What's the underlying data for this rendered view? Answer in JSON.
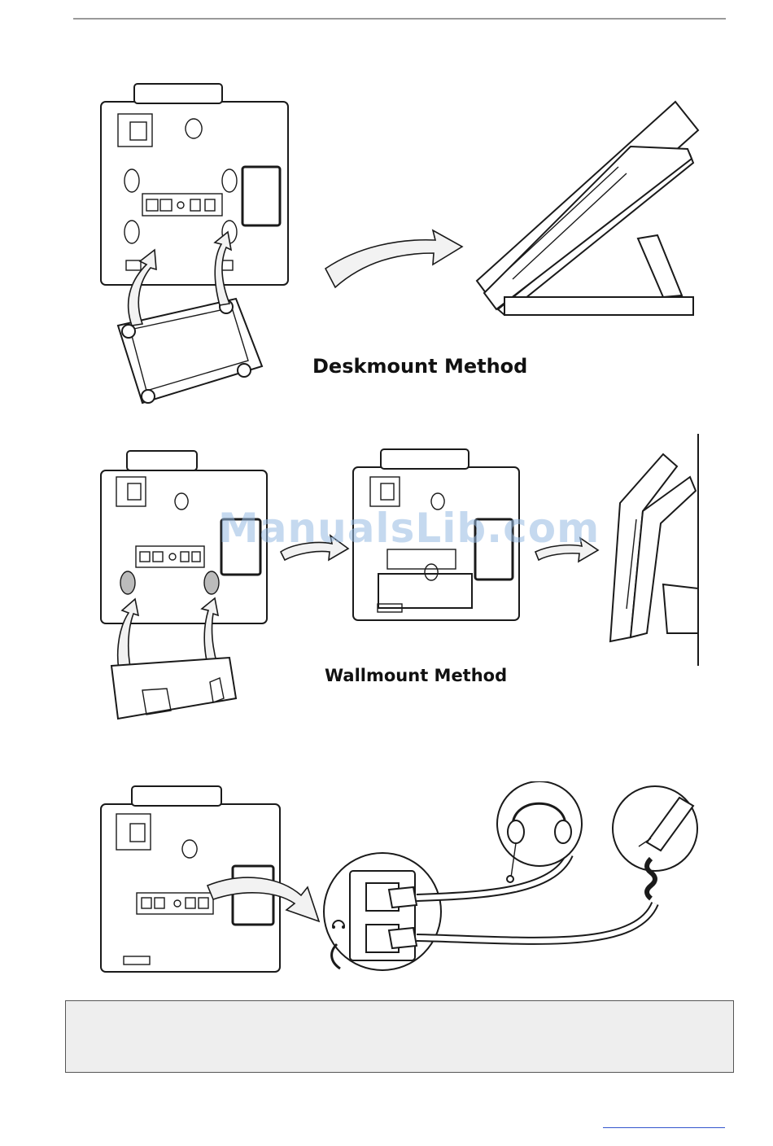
{
  "watermark": "ManualsLib.com",
  "sections": {
    "deskmount": {
      "caption": "Deskmount Method"
    },
    "wallmount": {
      "caption": "Wallmount Method"
    }
  },
  "icons": {
    "headset_port": "headset-icon",
    "handset_port": "handset-icon"
  }
}
